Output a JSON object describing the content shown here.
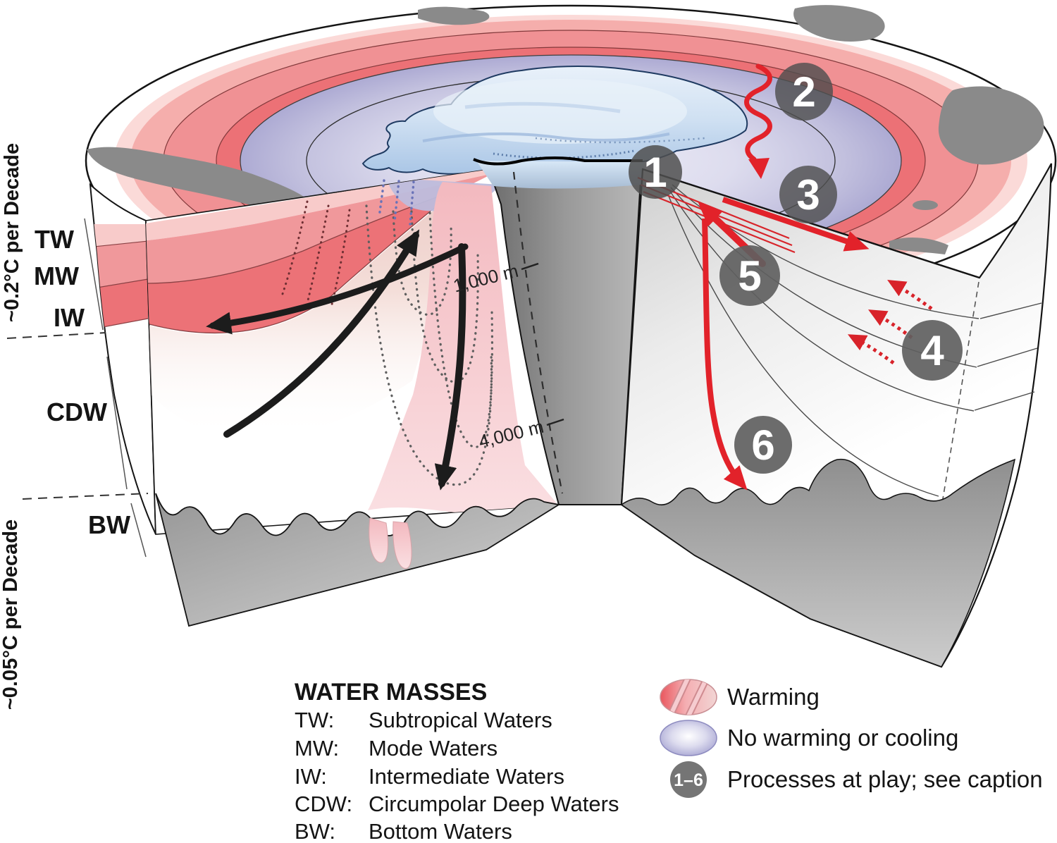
{
  "axis_left": {
    "rate_upper": "~0.2°C per Decade",
    "rate_lower": "~0.05°C per Decade",
    "tw": "TW",
    "mw": "MW",
    "iw": "IW",
    "cdw": "CDW",
    "bw": "BW"
  },
  "depth": {
    "d1000": "1,000 m",
    "d4000": "4,000 m"
  },
  "badges": {
    "b1": "1",
    "b2": "2",
    "b3": "3",
    "b4": "4",
    "b5": "5",
    "b6": "6"
  },
  "water_masses": {
    "title": "WATER MASSES",
    "items": [
      {
        "abbr": "TW:",
        "name": "Subtropical Waters"
      },
      {
        "abbr": "MW:",
        "name": "Mode Waters"
      },
      {
        "abbr": "IW:",
        "name": "Intermediate Waters"
      },
      {
        "abbr": "CDW:",
        "name": "Circumpolar Deep Waters"
      },
      {
        "abbr": "BW:",
        "name": "Bottom Waters"
      }
    ]
  },
  "legend": {
    "warming": "Warming",
    "no_warming": "No warming or cooling",
    "processes_badge": "1–6",
    "processes": "Processes at play; see caption"
  },
  "colors": {
    "warming_red": "#ec7176",
    "warming_pink": "#f6b6b4",
    "no_warming_blue": "#a6a3d1",
    "ice_blue": "#cfe0f2",
    "continent_gray": "#8a8a8a",
    "badge_gray": "#5f5f5f",
    "arrow_red": "#e2222a"
  }
}
